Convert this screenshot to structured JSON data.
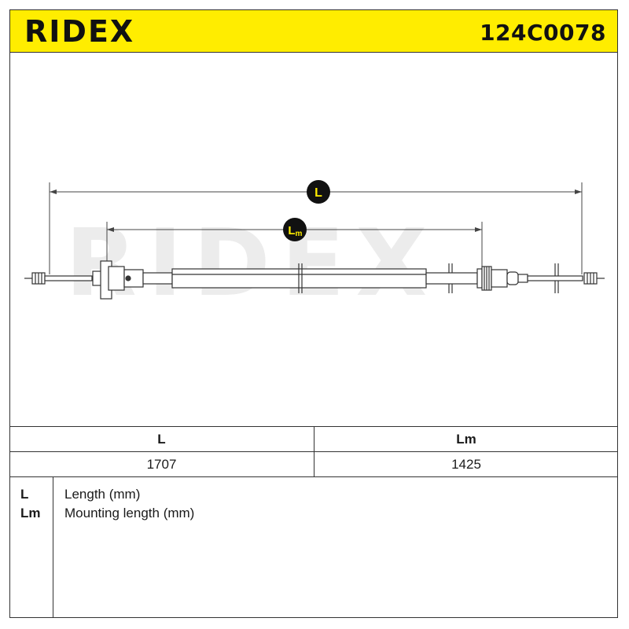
{
  "header": {
    "brand": "RIDEX",
    "part_number": "124C0078",
    "background_color": "#ffed00"
  },
  "drawing": {
    "dimension_L_label": "L",
    "dimension_Lm_label_main": "L",
    "dimension_Lm_label_sub": "m",
    "watermark": "RIDEX"
  },
  "table": {
    "headers": [
      "L",
      "Lm"
    ],
    "values": [
      "1707",
      "1425"
    ]
  },
  "legend": {
    "items": [
      {
        "abbr": "L",
        "desc": "Length (mm)"
      },
      {
        "abbr": "Lm",
        "desc": "Mounting length (mm)"
      }
    ]
  }
}
